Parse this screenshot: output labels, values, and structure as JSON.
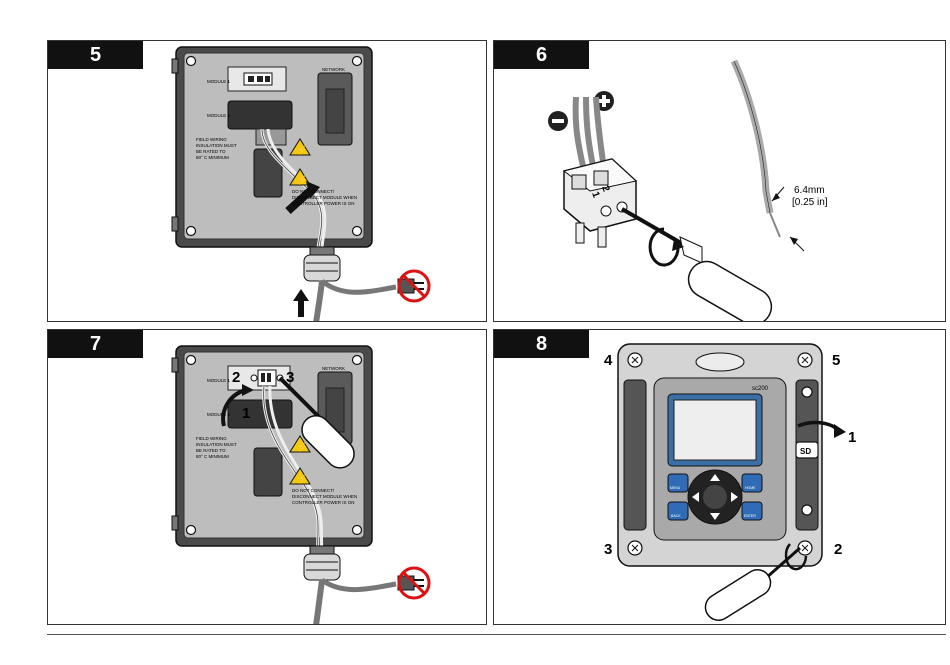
{
  "panels": [
    {
      "number": "5"
    },
    {
      "number": "6"
    },
    {
      "number": "7"
    },
    {
      "number": "8"
    }
  ],
  "panel5": {
    "module1": "MODULE 1",
    "module2": "MODULE 2",
    "network": "NETWORK",
    "field_wiring": [
      "FIELD WIRING",
      "INSULATION MUST",
      "BE RATED TO",
      "80° C MINIMUM"
    ],
    "warning": [
      "DO NOT CONNECT/",
      "DISCONNECT MODULE WHEN",
      "CONTROLLER POWER IS ON"
    ]
  },
  "panel6": {
    "dimension_mm": "6.4mm",
    "dimension_in": "[0.25 in]",
    "terminal_labels": [
      "1",
      "2"
    ]
  },
  "panel7": {
    "module1": "MODULE 1",
    "module2": "MODULE 2",
    "network": "NETWORK",
    "field_wiring": [
      "FIELD WIRING",
      "INSULATION MUST",
      "BE RATED TO",
      "80° C MINIMUM"
    ],
    "warning": [
      "DO NOT CONNECT/",
      "DISCONNECT MODULE WHEN",
      "CONTROLLER POWER IS ON"
    ],
    "callouts": [
      "2",
      "1",
      "3"
    ]
  },
  "panel8": {
    "device_model": "sc200",
    "card_label": "SD",
    "button_menu": "MENU",
    "button_home": "HOME",
    "button_back": "BACK",
    "button_enter": "ENTER",
    "callouts": [
      "4",
      "5",
      "1",
      "3",
      "2"
    ]
  }
}
